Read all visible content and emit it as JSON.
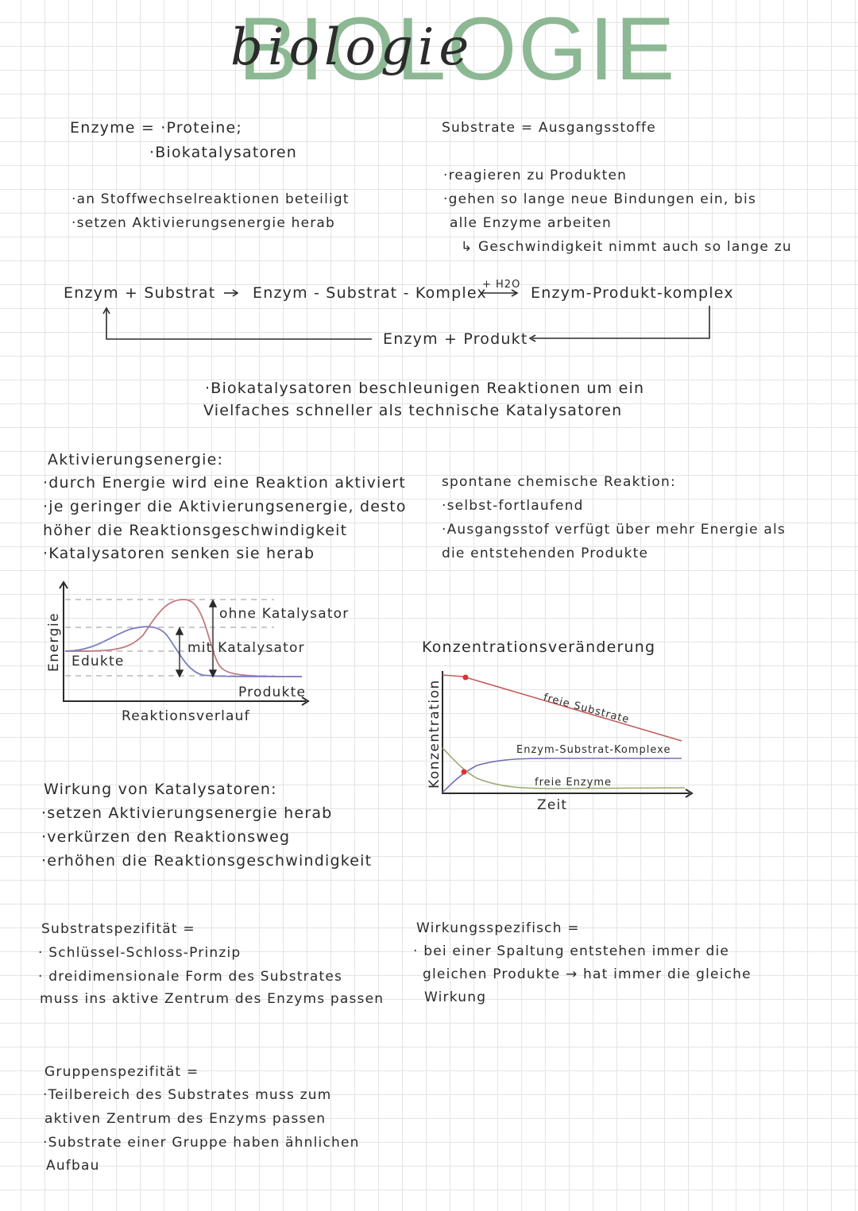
{
  "header": {
    "title": "BIOLOGIE",
    "script": "biologie"
  },
  "enzyme_def": {
    "line1": "Enzyme = ·Proteine;",
    "line2": "·Biokatalysatoren",
    "bullets": [
      "·an Stoffwechselreaktionen beteiligt",
      "·setzen Aktivierungsenergie herab"
    ]
  },
  "substrate_def": {
    "line1": "Substrate = Ausgangsstoffe",
    "bullets": [
      "·reagieren zu Produkten",
      "·gehen so lange neue Bindungen ein, bis",
      "alle Enzyme arbeiten",
      "↳ Geschwindigkeit nimmt auch so lange zu"
    ]
  },
  "cycle": {
    "reactants": "Enzym + Substrat",
    "complex": "Enzym - Substrat - Komplex",
    "water": "+ H2O",
    "product_complex": "Enzym-Produkt-komplex",
    "result": "Enzym + Produkt"
  },
  "note": {
    "line1": "·Biokatalysatoren beschleunigen Reaktionen um ein",
    "line2": "Vielfaches schneller als technische Katalysatoren"
  },
  "activation": {
    "heading": "Aktivierungsenergie:",
    "bullets": [
      "·durch Energie wird eine Reaktion aktiviert",
      "·je geringer die Aktivierungsenergie, desto",
      "höher die Reaktionsgeschwindigkeit",
      "·Katalysatoren senken sie herab"
    ]
  },
  "spontaneous": {
    "heading": "spontane chemische Reaktion:",
    "bullets": [
      "·selbst-fortlaufend",
      "·Ausgangsstof verfügt über mehr Energie als",
      "die entstehenden Produkte"
    ]
  },
  "energy_chart": {
    "ylabel": "Energie",
    "xlabel": "Reaktionsverlauf",
    "educts": "Edukte",
    "products": "Produkte",
    "label_without": "ohne Katalysator",
    "label_with": "mit Katalysator",
    "colors": {
      "without": "#c07a80",
      "with": "#7b7fc0",
      "dashes": "#aaaaaa"
    }
  },
  "conc_chart": {
    "title": "Konzentrationsveränderung",
    "ylabel": "Konzentration",
    "xlabel": "Zeit",
    "series": [
      {
        "name": "freie Substrate",
        "color": "#c75a5a"
      },
      {
        "name": "Enzym-Substrat-Komplexe",
        "color": "#7070b8"
      },
      {
        "name": "freie Enzyme",
        "color": "#9aab6e"
      }
    ]
  },
  "effect": {
    "heading": "Wirkung von Katalysatoren:",
    "bullets": [
      "·setzen Aktivierungsenergie herab",
      "·verkürzen den Reaktionsweg",
      "·erhöhen die Reaktionsgeschwindigkeit"
    ]
  },
  "substrate_spec": {
    "heading": "Substratspezifität =",
    "bullets": [
      "· Schlüssel-Schloss-Prinzip",
      "· dreidimensionale Form des Substrates",
      "muss ins aktive Zentrum des Enzyms passen"
    ]
  },
  "effect_spec": {
    "heading": "Wirkungsspezifisch =",
    "bullets": [
      "· bei einer Spaltung entstehen immer die",
      "gleichen Produkte → hat immer die gleiche",
      "Wirkung"
    ]
  },
  "group_spec": {
    "heading": "Gruppenspezifität =",
    "bullets": [
      "·Teilbereich des Substrates muss zum",
      "aktiven Zentrum des Enzyms passen",
      "·Substrate einer Gruppe haben ähnlichen",
      "Aufbau"
    ]
  }
}
